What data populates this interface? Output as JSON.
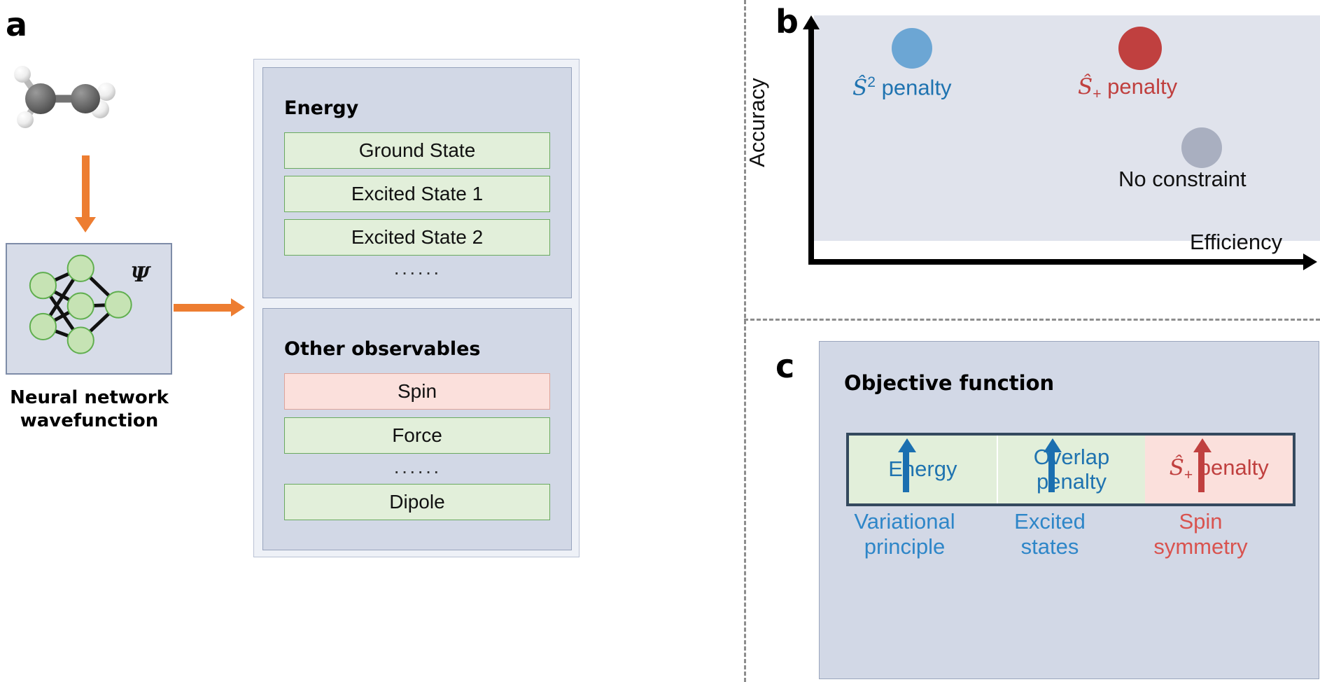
{
  "panels": {
    "a": {
      "letter": "a"
    },
    "b": {
      "letter": "b"
    },
    "c": {
      "letter": "c"
    }
  },
  "panel_a": {
    "molecule": {
      "name": "ethylene-molecule-c2h4",
      "carbon_color": "#6B6B6B",
      "hydrogen_color": "#F2F2F2"
    },
    "nn": {
      "psi_label": "Ψ",
      "caption": "Neural network\nwavefunction",
      "node_color": "#C6E3B4",
      "node_border": "#5FAE4E",
      "box_bg": "#D7DCE8"
    },
    "energy_group": {
      "title": "Energy",
      "items": [
        {
          "label": "Ground State",
          "tone": "green"
        },
        {
          "label": "Excited State 1",
          "tone": "green"
        },
        {
          "label": "Excited State 2",
          "tone": "green"
        }
      ],
      "ellipsis": "······"
    },
    "other_group": {
      "title": "Other observables",
      "items": [
        {
          "label": "Spin",
          "tone": "pink"
        },
        {
          "label": "Force",
          "tone": "green"
        }
      ],
      "ellipsis": "······",
      "last_item": {
        "label": "Dipole",
        "tone": "green"
      }
    }
  },
  "panel_b": {
    "y_axis_label": "Accuracy",
    "x_axis_label": "Efficiency",
    "plot_bg": "#E0E3EC",
    "points": [
      {
        "id": "s2-penalty",
        "label_sym": "Ŝ",
        "label_script": "2",
        "script_type": "sup",
        "label_rest": " penalty",
        "color": "#6CA6D4",
        "text_color": "#1F73B0",
        "x_pct": 26,
        "y_pct": 22,
        "size": 58
      },
      {
        "id": "splus-penalty",
        "label_sym": "Ŝ",
        "label_script": "+",
        "script_type": "sub",
        "label_rest": " penalty",
        "color": "#C0403F",
        "text_color": "#C0403F",
        "x_pct": 70,
        "y_pct": 22,
        "size": 58
      },
      {
        "id": "no-constraint",
        "label_sym": "",
        "label_script": "",
        "script_type": "none",
        "label_rest": "No constraint",
        "color": "#A9AFC0",
        "text_color": "#111111",
        "x_pct": 76,
        "y_pct": 66,
        "size": 58
      }
    ]
  },
  "panel_c": {
    "title": "Objective function",
    "terms": [
      {
        "id": "energy",
        "line1": "Energy",
        "line2": "",
        "tone": "green",
        "text_color": "#1F73B0",
        "arrow_color": "#1B6FB0",
        "foot_line1": "Variational",
        "foot_line2": "principle",
        "foot_color": "#2E86C8"
      },
      {
        "id": "overlap-penalty",
        "line1": "Overlap",
        "line2": "penalty",
        "tone": "green",
        "text_color": "#1F73B0",
        "arrow_color": "#1B6FB0",
        "foot_line1": "Excited",
        "foot_line2": "states",
        "foot_color": "#2E86C8"
      },
      {
        "id": "splus-penalty",
        "line1_sym": "Ŝ",
        "line1_script": "+",
        "line1": " penalty",
        "line2": "",
        "tone": "pink",
        "text_color": "#C0403F",
        "arrow_color": "#C0403F",
        "foot_line1": "Spin",
        "foot_line2": "symmetry",
        "foot_color": "#D9534F"
      }
    ]
  },
  "colors": {
    "arrow_orange": "#ED7D31",
    "green_fill": "#E2EFDA",
    "green_border": "#6AAA5F",
    "pink_fill": "#FBE0DC",
    "pink_border": "#DFA49A",
    "panel_blue_grey": "#D2D8E6",
    "divider_grey": "#8D8D8D"
  }
}
